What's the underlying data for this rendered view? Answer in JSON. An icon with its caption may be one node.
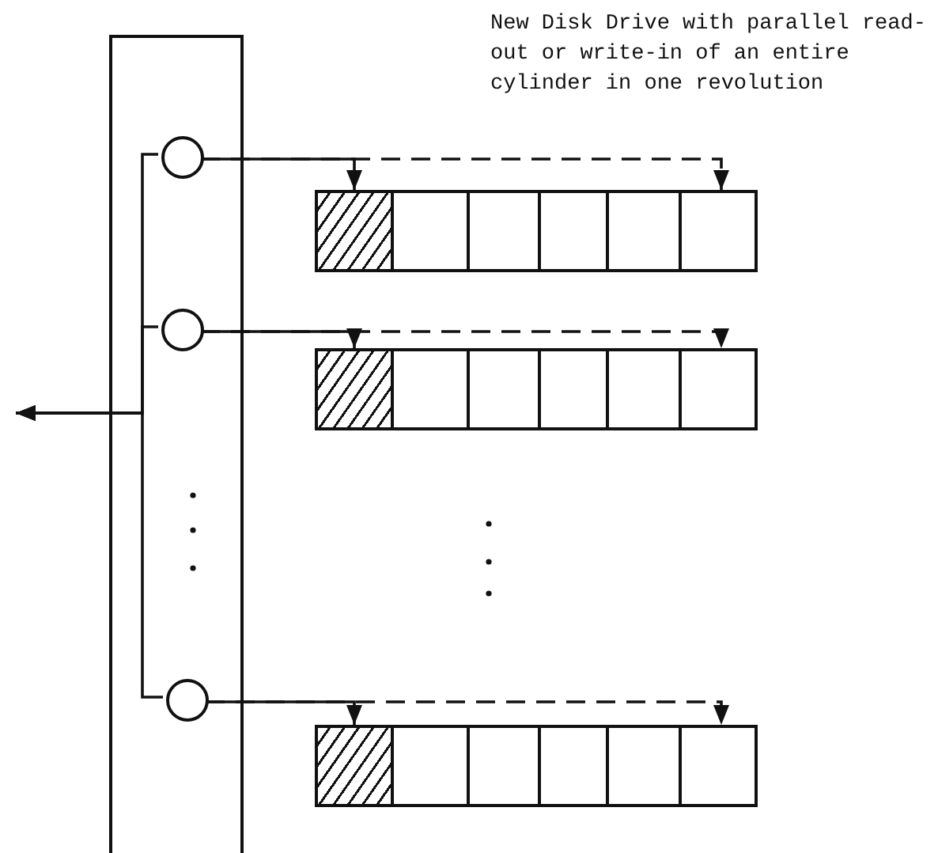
{
  "diagram": {
    "nodes": [
      {
        "text": [],
        "shape": "box"
      },
      {
        "text": [],
        "shape": "circle",
        "in": 0
      },
      {
        "text": [],
        "shape": "circle",
        "in": 0
      },
      {
        "text": [],
        "shape": "circle",
        "in": 0
      },
      {
        "text": [],
        "shape": "box"
      },
      {
        "text": [],
        "shape": "box"
      },
      {
        "text": [],
        "shape": "box"
      },
      {
        "text": [],
        "shape": "box"
      },
      {
        "text": [],
        "shape": "box"
      },
      {
        "text": [],
        "shape": "box"
      },
      {
        "text": [],
        "shape": "box"
      },
      {
        "text": [],
        "shape": "box"
      },
      {
        "text": [],
        "shape": "box"
      },
      {
        "text": [],
        "shape": "box"
      },
      {
        "text": [],
        "shape": "box"
      },
      {
        "text": [],
        "shape": "box"
      },
      {
        "text": [],
        "shape": "box"
      },
      {
        "text": [],
        "shape": "box"
      },
      {
        "text": [],
        "shape": "box"
      },
      {
        "text": [],
        "shape": "box"
      },
      {
        "text": [],
        "shape": "box"
      },
      {
        "text": [],
        "shape": "box"
      }
    ],
    "edges": [
      {
        "from": 1,
        "to": 4,
        "arrow": "to"
      },
      {
        "from": 1,
        "to": 9,
        "arrow": "to",
        "style": "dashed"
      },
      {
        "from": 2,
        "to": 10,
        "arrow": "to"
      },
      {
        "from": 2,
        "to": 15,
        "arrow": "to",
        "style": "dashed"
      },
      {
        "from": 3,
        "to": 16,
        "arrow": "to"
      },
      {
        "from": 3,
        "to": 21,
        "arrow": "to",
        "style": "dashed"
      },
      {
        "from": 1,
        "to": null,
        "arrow": "to"
      },
      {
        "from": 2,
        "to": null,
        "arrow": "to"
      },
      {
        "from": 3,
        "to": null,
        "arrow": "to"
      }
    ],
    "labels": [
      "New Disk Drive with parallel read-out or write-in of an entire cylinder in one revolution"
    ]
  }
}
